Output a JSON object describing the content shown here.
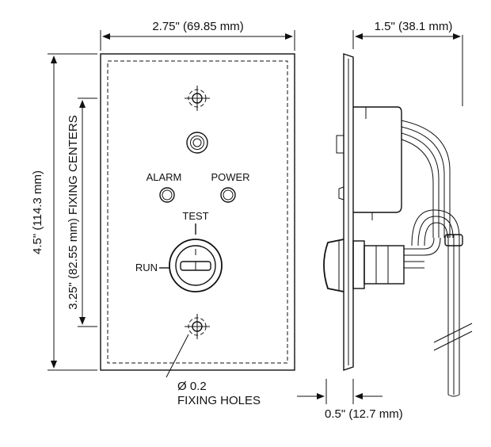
{
  "front_view": {
    "width_dim": "2.75\" (69.85 mm)",
    "height_dim": "4.5\" (114.3 mm)",
    "fixing_centers_dim": "3.25\" (82.55 mm) FIXING CENTERS",
    "alarm_label": "ALARM",
    "power_label": "POWER",
    "test_label": "TEST",
    "run_label": "RUN",
    "hole_dia": "Ø 0.2",
    "hole_label": "FIXING HOLES"
  },
  "side_view": {
    "depth_dim": "1.5\" (38.1 mm)",
    "plate_dim": "0.5\" (12.7 mm)"
  },
  "colors": {
    "line": "#111111",
    "background": "#ffffff"
  }
}
